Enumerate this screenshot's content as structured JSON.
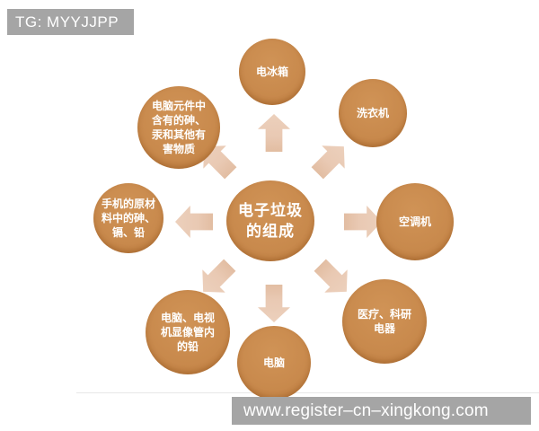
{
  "watermarks": {
    "top": "TG: MYYJJPP",
    "bottom": "www.register–cn–xingkong.com"
  },
  "diagram": {
    "title": "电子垃圾的组成",
    "center": {
      "label": "电子垃圾\n的组成"
    },
    "nodes": [
      {
        "id": "fridge",
        "label": "电冰箱"
      },
      {
        "id": "washing-machine",
        "label": "洗衣机"
      },
      {
        "id": "air-conditioner",
        "label": "空调机"
      },
      {
        "id": "medical-research",
        "label": "医疗、科研\n电器"
      },
      {
        "id": "computer",
        "label": "电脑"
      },
      {
        "id": "crt-lead",
        "label": "电脑、电视\n机显像管内\n的铅"
      },
      {
        "id": "phone-materials",
        "label": "手机的原材\n料中的砷、\n镉、铅"
      },
      {
        "id": "pc-components",
        "label": "电脑元件中\n含有的砷、\n汞和其他有\n害物质"
      }
    ],
    "arrow_directions": [
      "up",
      "up-right",
      "right",
      "down-right",
      "down",
      "down-left",
      "left",
      "up-left"
    ]
  },
  "colors": {
    "circle-fill": "#C8894C",
    "arrow-fill": "#E9C9B3",
    "banner-bg": "#A5A5A5",
    "text-on-circle": "#FFFFFF"
  }
}
